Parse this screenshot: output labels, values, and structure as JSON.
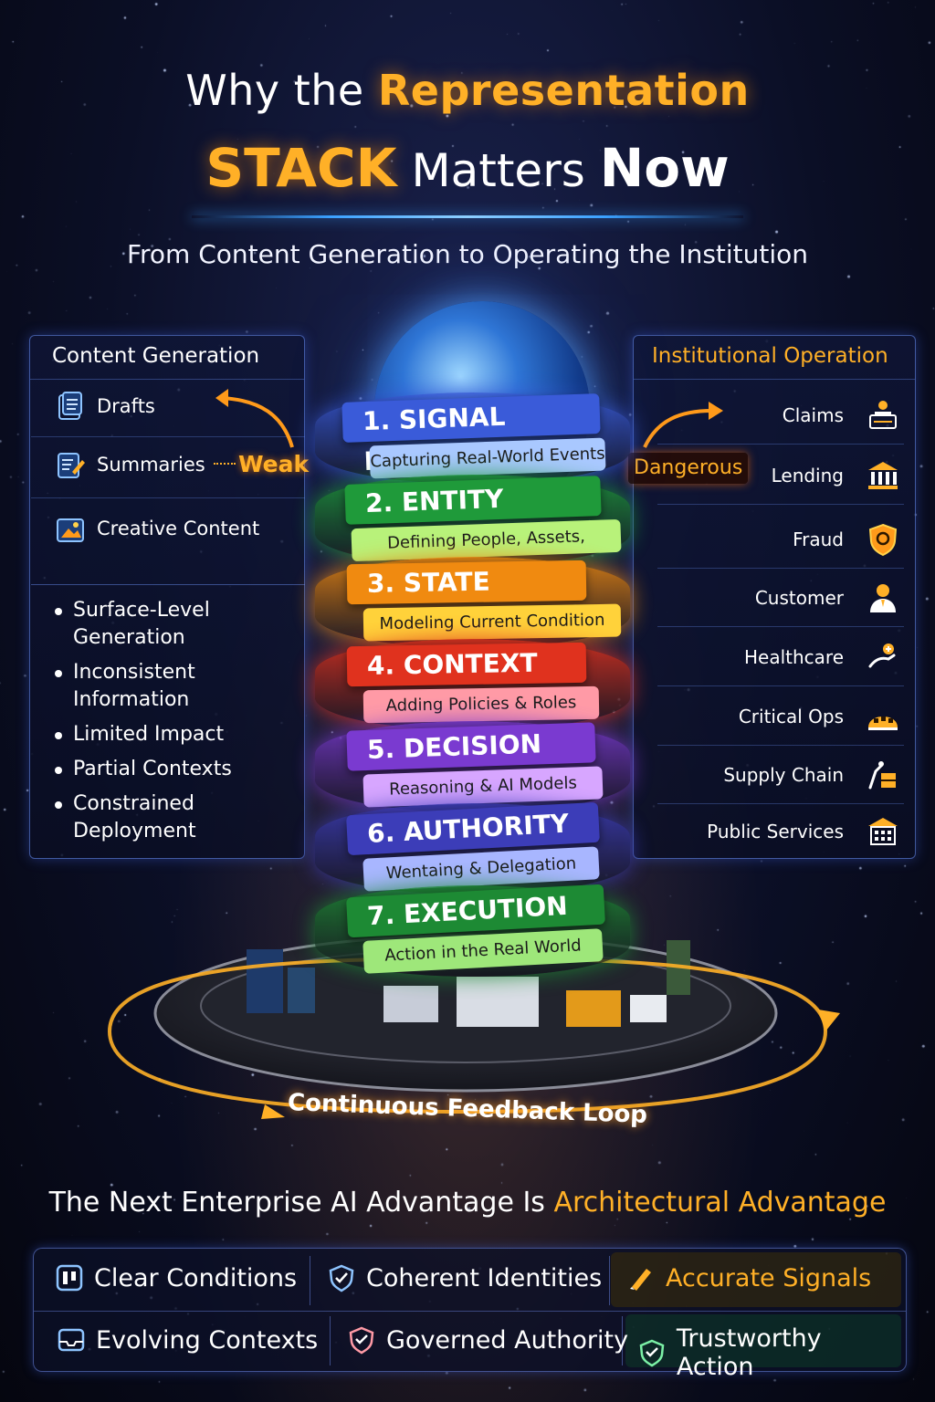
{
  "header": {
    "title_part1": "Why the ",
    "title_part2": "Representation",
    "title_part3": "STACK",
    "title_part4": " Matters ",
    "title_part5": "Now",
    "subtitle": "From Content Generation to Operating the Institution"
  },
  "left_panel": {
    "heading": "Content Generation",
    "items": [
      {
        "label": "Drafts",
        "icon": "document-stack-icon"
      },
      {
        "label": "Summaries",
        "icon": "summary-edit-icon"
      },
      {
        "label": "Creative Content",
        "icon": "creative-folder-icon"
      }
    ],
    "weak_label": "Weak",
    "bullets": [
      "Surface-Level Generation",
      "Inconsistent Information",
      "Limited Impact",
      "Partial Contexts",
      "Constrained Deployment"
    ]
  },
  "right_panel": {
    "heading": "Institutional Operation",
    "dangerous_label": "Dangerous",
    "items": [
      {
        "label": "Claims",
        "icon": "claims-desk-icon"
      },
      {
        "label": "Lending",
        "icon": "bank-icon"
      },
      {
        "label": "Fraud",
        "icon": "shield-icon"
      },
      {
        "label": "Customer",
        "icon": "person-icon"
      },
      {
        "label": "Healthcare",
        "icon": "healthcare-hand-icon"
      },
      {
        "label": "Critical Ops",
        "icon": "critical-ops-icon"
      },
      {
        "label": "Supply Chain",
        "icon": "supply-chain-icon"
      },
      {
        "label": "Public Services",
        "icon": "public-building-icon"
      }
    ]
  },
  "stack": {
    "layers": [
      {
        "title": "1. SIGNAL LAYER",
        "subtitle": "Capturing Real-World Events",
        "color": "#3a5bd9",
        "sub_color": "#a9c8ff"
      },
      {
        "title": "2. ENTITY LAYER",
        "subtitle": "Defining People, Assets, Systems",
        "color": "#1f9a3a",
        "sub_color": "#b8f27a"
      },
      {
        "title": "3. STATE",
        "subtitle": "Modeling Current Condition",
        "color": "#f08a10",
        "sub_color": "#ffd23a"
      },
      {
        "title": "4. CONTEXT",
        "subtitle": "Adding Policies & Roles",
        "color": "#e0321e",
        "sub_color": "#ff9aa6"
      },
      {
        "title": "5. DECISION LAYER",
        "subtitle": "Reasoning & AI Models",
        "color": "#7a3ad0",
        "sub_color": "#d7a6ff"
      },
      {
        "title": "6. AUTHORITY LAYR",
        "subtitle": "Wentaing & Delegation",
        "color": "#3c3db8",
        "sub_color": "#a8b6ff"
      },
      {
        "title": "7. EXECUTION LAYER",
        "subtitle": "Action in the Real World",
        "color": "#1d8a34",
        "sub_color": "#9ee77a"
      }
    ],
    "feedback": "Continuous Feedback Loop"
  },
  "tagline": {
    "part1": "The Next Enterprise AI Advantage Is ",
    "part2": "Architectural Advantage"
  },
  "grid": [
    {
      "label": "Clear Conditions",
      "icon": "conditions-icon"
    },
    {
      "label": "Coherent Identities",
      "icon": "identity-shield-icon"
    },
    {
      "label": "Accurate Signals",
      "icon": "signal-pen-icon"
    },
    {
      "label": "Evolving Contexts",
      "icon": "context-tray-icon"
    },
    {
      "label": "Governed Authority",
      "icon": "authority-shield-icon"
    },
    {
      "label": "Trustworthy Action",
      "icon": "trust-shield-icon"
    }
  ],
  "colors": {
    "accent": "#ffb027",
    "panel_border": "#6e96ff",
    "background": "#0b0f26"
  }
}
